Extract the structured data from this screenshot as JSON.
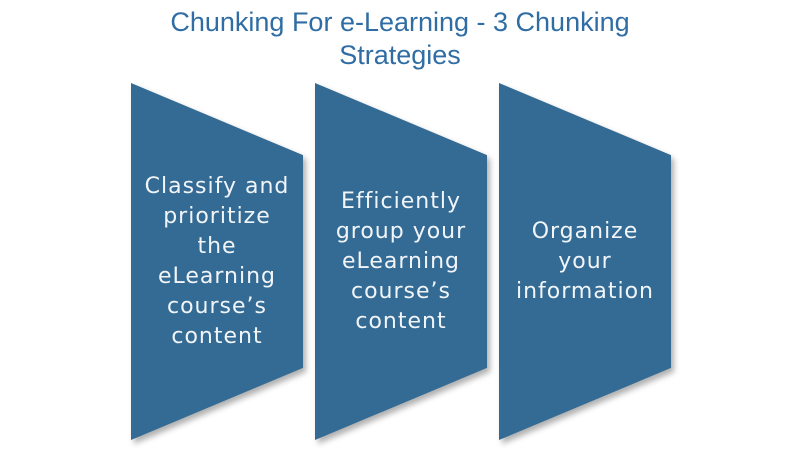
{
  "title": {
    "text": "Chunking For e-Learning - 3 Chunking\nStrategies",
    "color": "#2f6da4"
  },
  "diagram": {
    "type": "chevron-list",
    "shape_fill": "#336b95",
    "shape_text_color": "#f2f5f8",
    "items": [
      {
        "label": "Classify and\nprioritize\nthe\neLearning\ncourse’s\ncontent"
      },
      {
        "label": "Efficiently\ngroup your\neLearning\ncourse’s\ncontent"
      },
      {
        "label": "Organize\nyour\ninformation"
      }
    ]
  }
}
